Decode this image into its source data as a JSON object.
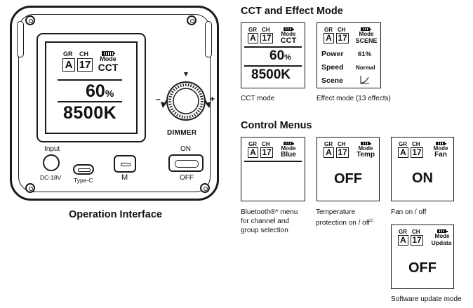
{
  "device": {
    "screen": {
      "gr_label": "GR",
      "ch_label": "CH",
      "group": "A",
      "channel": "17",
      "mode_word": "Mode",
      "mode_value": "CCT",
      "power": "60",
      "power_unit": "%",
      "cct": "8500K"
    },
    "dial_label": "DIMMER",
    "dial_minus": "–",
    "dial_plus": "+",
    "input_label": "Input",
    "dc_label": "DC-18V",
    "typec_label": "Type-C",
    "m_label": "M",
    "on_label": "ON",
    "off_label": "OFF"
  },
  "caption_main": "Operation Interface",
  "sections": {
    "cct_effect_title": "CCT and Effect Mode",
    "control_title": "Control Menus"
  },
  "cct_panel": {
    "gr": "GR",
    "ch": "CH",
    "group": "A",
    "channel": "17",
    "mode_word": "Mode",
    "mode_value": "CCT",
    "power": "60",
    "unit": "%",
    "cct": "8500K",
    "caption": "CCT mode"
  },
  "effect_panel": {
    "gr": "GR",
    "ch": "CH",
    "group": "A",
    "channel": "17",
    "mode_word": "Mode",
    "mode_value": "SCENE",
    "rows": [
      {
        "label": "Power",
        "value": "61%"
      },
      {
        "label": "Speed",
        "value": "Normal"
      },
      {
        "label": "Scene",
        "value": ""
      }
    ],
    "caption": "Effect mode (13 effects)"
  },
  "menus": [
    {
      "gr": "GR",
      "ch": "CH",
      "group": "A",
      "channel": "17",
      "mode_word": "Mode",
      "mode_value": "Blue",
      "big": "",
      "caption_lines": [
        "Bluetooth®* menu",
        "for channel and",
        "group selection"
      ]
    },
    {
      "gr": "GR",
      "ch": "CH",
      "group": "A",
      "channel": "17",
      "mode_word": "Mode",
      "mode_value": "Temp",
      "big": "OFF",
      "caption_lines": [
        "Temperature",
        "protection on / off"
      ],
      "caption_sup": "1)"
    },
    {
      "gr": "GR",
      "ch": "CH",
      "group": "A",
      "channel": "17",
      "mode_word": "Mode",
      "mode_value": "Fan",
      "big": "ON",
      "caption_lines": [
        "Fan on / off"
      ]
    },
    {
      "gr": "GR",
      "ch": "CH",
      "group": "A",
      "channel": "17",
      "mode_word": "Mode",
      "mode_value": "Updata",
      "big": "OFF",
      "caption_lines": [
        "Software update mode"
      ]
    }
  ]
}
